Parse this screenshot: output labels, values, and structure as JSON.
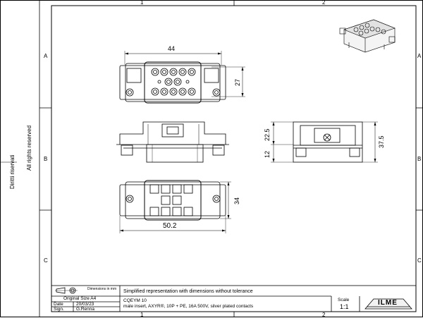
{
  "grid": {
    "top": [
      "1",
      "2"
    ],
    "bottom": [
      "1",
      "2"
    ],
    "left": [
      "A",
      "B",
      "C"
    ],
    "right": [
      "A",
      "B",
      "C"
    ]
  },
  "rights": {
    "line1": "All rights reserved",
    "line2": "Diritti riservati"
  },
  "dimensions": {
    "top_width": "44",
    "top_height": "27",
    "side_22": "22.5",
    "side_12": "12",
    "side_37": "37.5",
    "bottom_height": "34",
    "bottom_width": "50.2"
  },
  "title_block": {
    "projection_label": "Dimensions in mm",
    "original_size": "Original Size A4",
    "date_label": "Date",
    "date_value": "20/03/23",
    "sign_label": "Sign.",
    "sign_value": "G.Renna",
    "simplified_note": "Simplified representation with dimensions without tolerance",
    "part_code": "CQEYM 10",
    "description": "male insert, AXYR®, 10P + PE, 16A 500V, silver plated contacts",
    "scale_label": "Scale",
    "scale_value": "1:1",
    "logo_text": "ILME"
  }
}
